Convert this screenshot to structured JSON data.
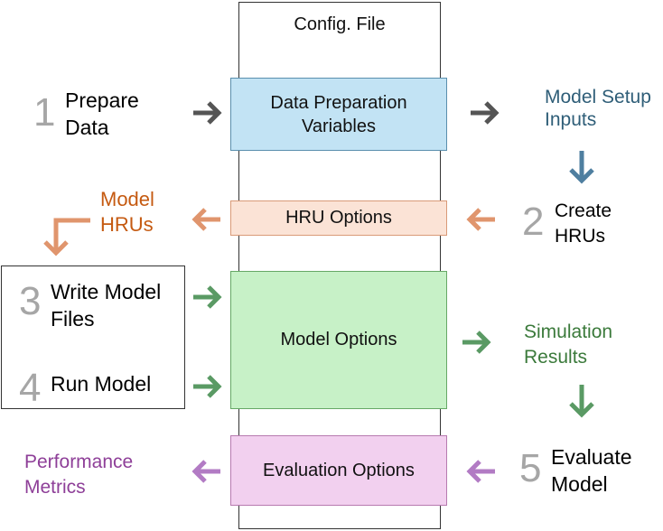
{
  "colors": {
    "gray_arrow": "#555555",
    "blue_arrow": "#4f7fa0",
    "orange_arrow": "#e0956d",
    "green_arrow": "#5a9a64",
    "purple_arrow": "#b27bc4",
    "blue_text": "#2f5e78",
    "orange_text": "#c55a11",
    "green_text": "#3b7a3b",
    "purple_text": "#8e3f98",
    "data_prep_fill": "#c2e3f4",
    "hru_fill": "#fbe3d6",
    "model_fill": "#c7f1c7",
    "eval_fill": "#f2d0ef",
    "step_number": "#a6a6a6"
  },
  "config_file": {
    "label": "Config. File"
  },
  "options": {
    "data_preparation": {
      "line1": "Data Preparation",
      "line2": "Variables"
    },
    "hru": {
      "label": "HRU Options"
    },
    "model": {
      "label": "Model Options"
    },
    "evaluation": {
      "label": "Evaluation Options"
    }
  },
  "steps": {
    "prepare_data": {
      "number": "1",
      "line1": "Prepare",
      "line2": "Data"
    },
    "create_hrus": {
      "number": "2",
      "line1": "Create",
      "line2": "HRUs"
    },
    "write_model_files": {
      "number": "3",
      "line1": "Write Model",
      "line2": "Files"
    },
    "run_model": {
      "number": "4",
      "label": "Run Model"
    },
    "evaluate_model": {
      "number": "5",
      "line1": "Evaluate",
      "line2": "Model"
    }
  },
  "outputs": {
    "model_setup_inputs": {
      "line1": "Model Setup",
      "line2": "Inputs"
    },
    "model_hrus": {
      "line1": "Model",
      "line2": "HRUs"
    },
    "simulation_results": {
      "line1": "Simulation",
      "line2": "Results"
    },
    "performance_metrics": {
      "line1": "Performance",
      "line2": "Metrics"
    }
  }
}
